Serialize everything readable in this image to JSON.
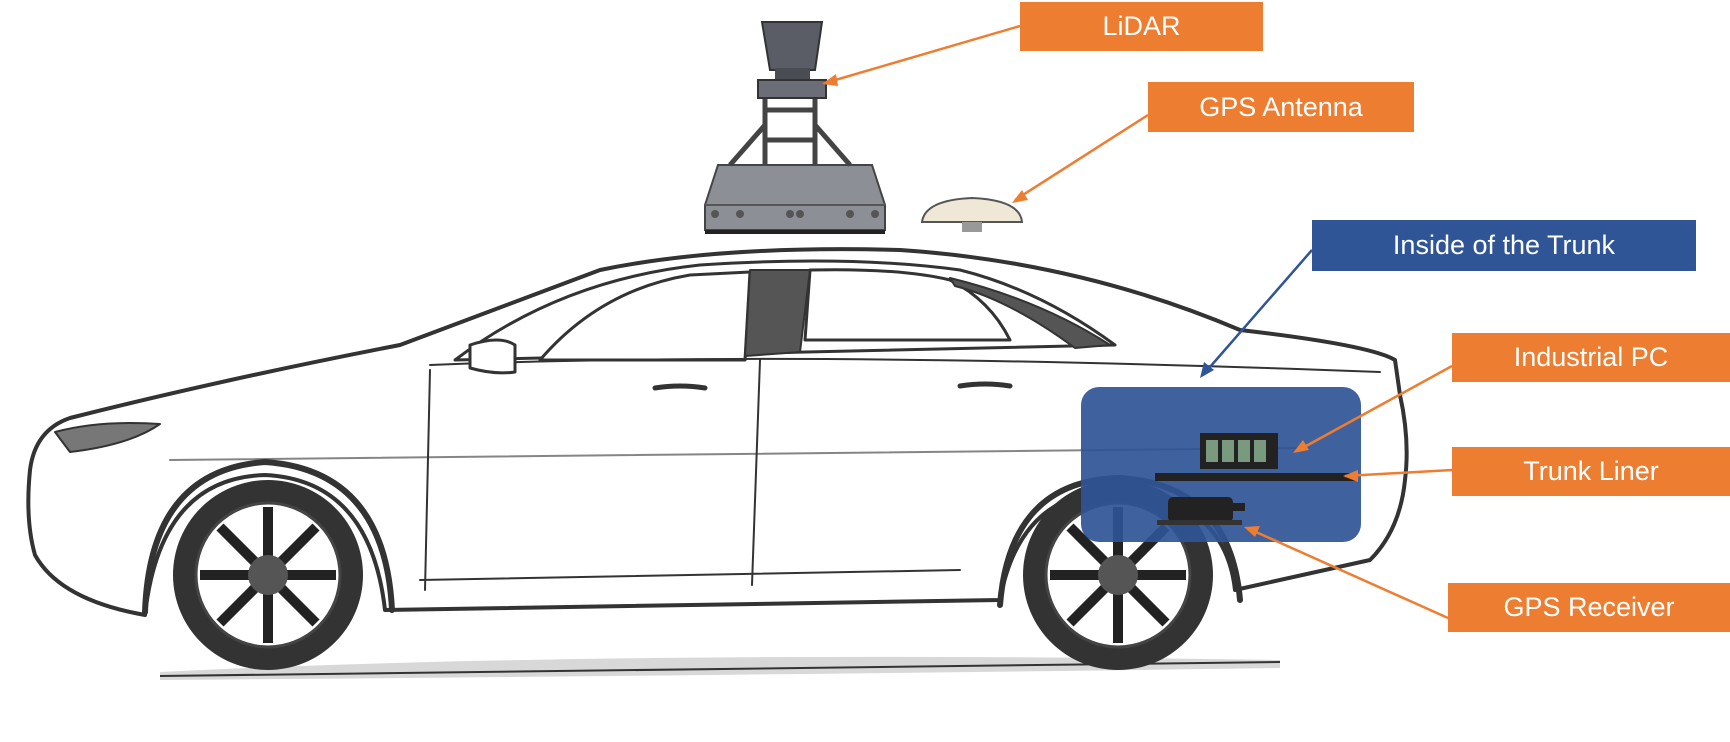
{
  "labels": {
    "lidar": "LiDAR",
    "gps_antenna": "GPS Antenna",
    "inside_trunk": "Inside of the Trunk",
    "industrial_pc": "Industrial PC",
    "trunk_liner": "Trunk Liner",
    "gps_receiver": "GPS Receiver"
  },
  "colors": {
    "callout_orange": "#ED7D31",
    "callout_blue": "#2F5597",
    "trunk_panel": "#2F5597",
    "car_outline": "#333333",
    "background": "#ffffff"
  }
}
